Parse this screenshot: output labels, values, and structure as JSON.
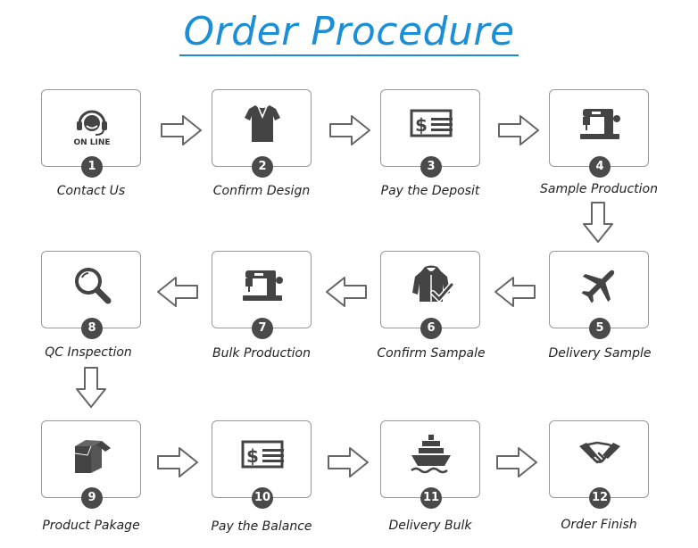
{
  "title": "Order Procedure",
  "icon_online_text": "ON LINE",
  "steps": [
    {
      "num": "1",
      "label": "Contact Us",
      "icon": "headset-icon"
    },
    {
      "num": "2",
      "label": "Confirm Design",
      "icon": "polo-shirt-icon"
    },
    {
      "num": "3",
      "label": "Pay the Deposit",
      "icon": "payment-icon"
    },
    {
      "num": "4",
      "label": "Sample Production",
      "icon": "sewing-machine-icon"
    },
    {
      "num": "5",
      "label": "Delivery Sample",
      "icon": "airplane-icon"
    },
    {
      "num": "6",
      "label": "Confirm Sampale",
      "icon": "jacket-check-icon"
    },
    {
      "num": "7",
      "label": "Bulk Production",
      "icon": "sewing-machine-icon"
    },
    {
      "num": "8",
      "label": "QC Inspection",
      "icon": "magnifier-icon"
    },
    {
      "num": "9",
      "label": "Product Pakage",
      "icon": "package-icon"
    },
    {
      "num": "10",
      "label": "Pay the Balance",
      "icon": "payment-icon"
    },
    {
      "num": "11",
      "label": "Delivery Bulk",
      "icon": "ship-icon"
    },
    {
      "num": "12",
      "label": "Order Finish",
      "icon": "handshake-icon"
    }
  ]
}
